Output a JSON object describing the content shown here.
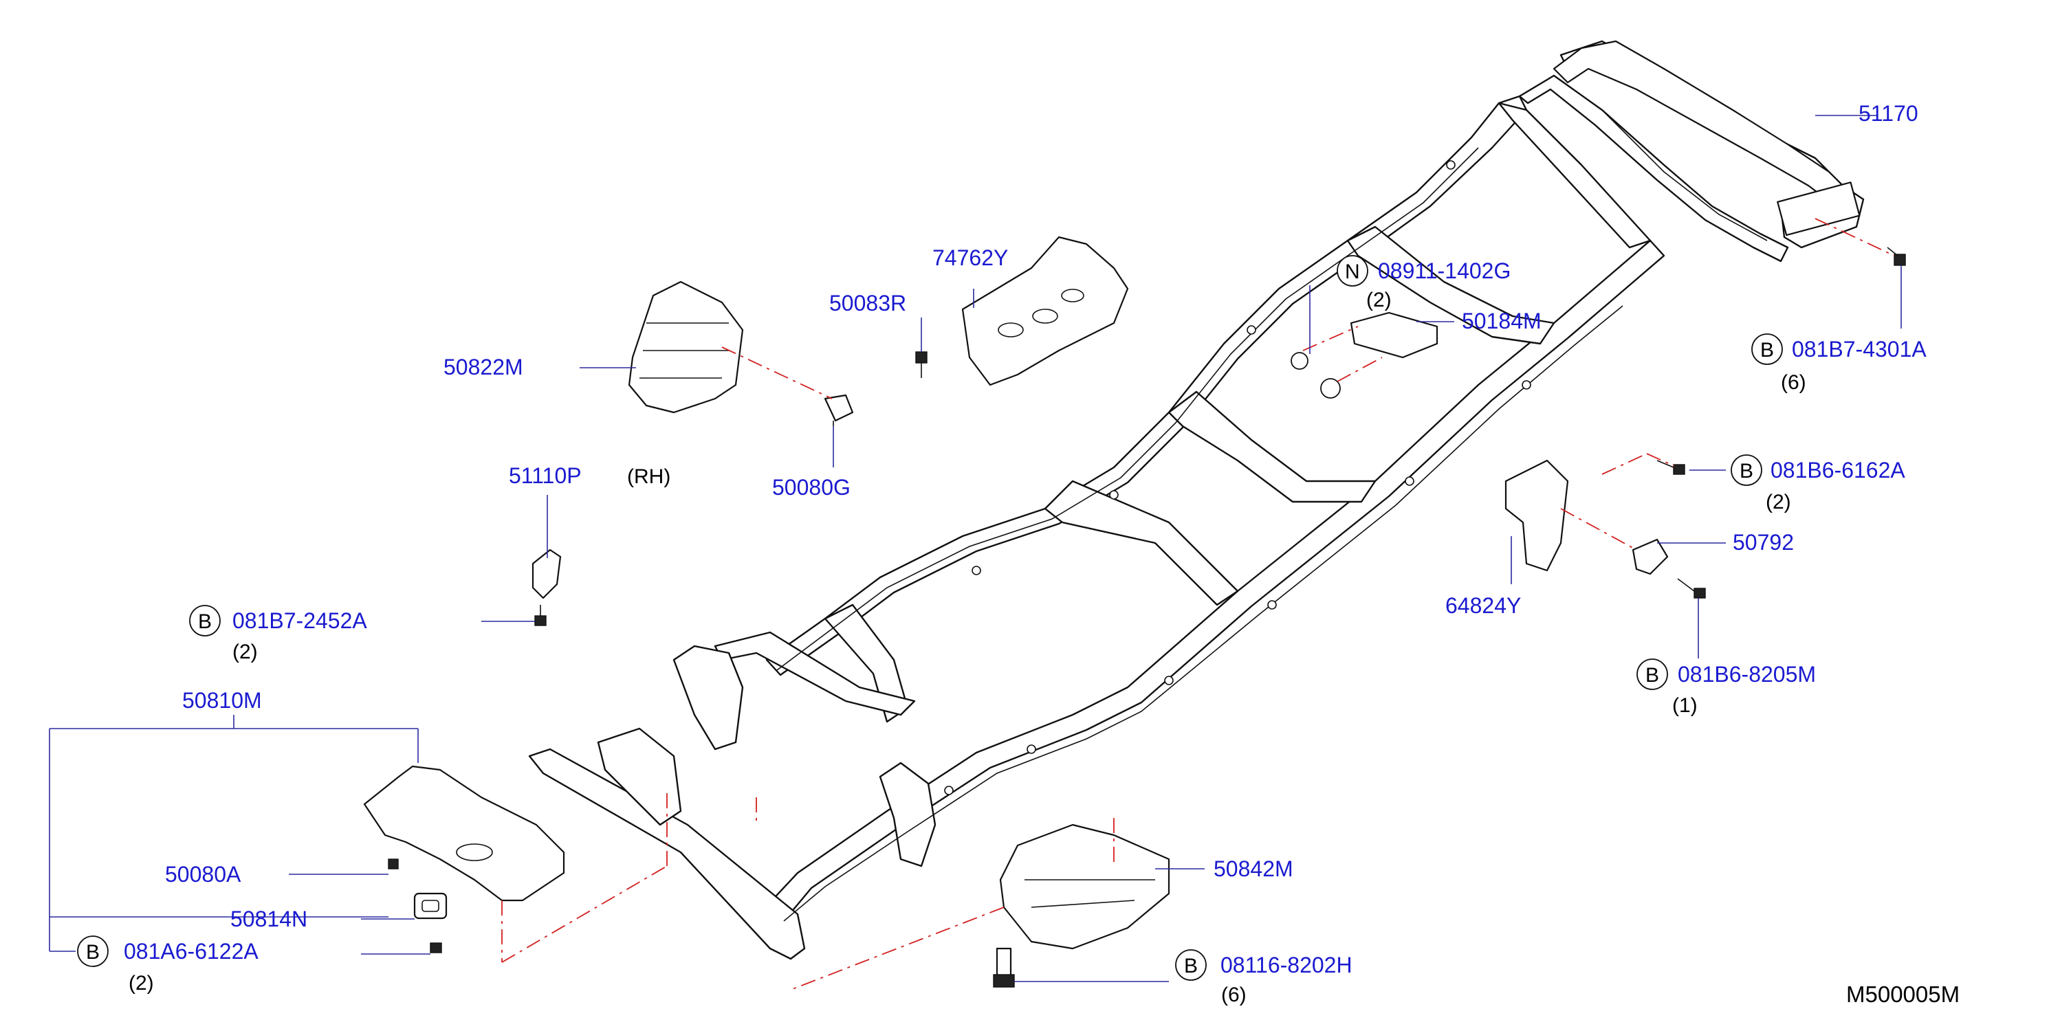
{
  "diagram_code": "M500005M",
  "labels": {
    "p51170": "51170",
    "p74762Y": "74762Y",
    "p50083R": "50083R",
    "p50822M": "50822M",
    "p50080G": "50080G",
    "p08911_1402G": "08911-1402G",
    "p08911_qty": "(2)",
    "p50184M": "50184M",
    "p081B7_4301A": "081B7-4301A",
    "p081B7_4301A_qty": "(6)",
    "p51110P": "51110P",
    "rh_note": "(RH)",
    "p081B6_6162A": "081B6-6162A",
    "p081B6_6162A_qty": "(2)",
    "p50792": "50792",
    "p64824Y": "64824Y",
    "p081B7_2452A": "081B7-2452A",
    "p081B7_2452A_qty": "(2)",
    "p081B6_8205M": "081B6-8205M",
    "p081B6_8205M_qty": "(1)",
    "p50810M": "50810M",
    "p50080A": "50080A",
    "p50814N": "50814N",
    "p081A6_6122A": "081A6-6122A",
    "p081A6_6122A_qty": "(2)",
    "p50842M": "50842M",
    "p08116_8202H": "08116-8202H",
    "p08116_8202H_qty": "(6)"
  },
  "markers": {
    "bolt": "B",
    "nut": "N"
  },
  "colors": {
    "label_text": "#1a1ad0",
    "leader_line": "#2a2aa0",
    "phantom_line": "#d22020",
    "line_art": "#111111"
  }
}
